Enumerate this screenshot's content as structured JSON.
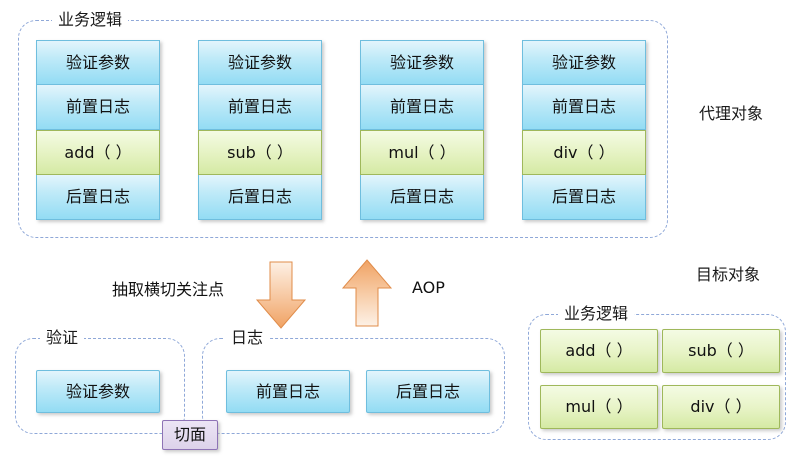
{
  "diagram": {
    "title_note": "AOP proxy object diagram",
    "proxy_group": {
      "label": "业务逻辑",
      "outside_label": "代理对象",
      "columns": [
        {
          "cells": [
            "验证参数",
            "前置日志",
            "add（ ）",
            "后置日志"
          ]
        },
        {
          "cells": [
            "验证参数",
            "前置日志",
            "sub（ ）",
            "后置日志"
          ]
        },
        {
          "cells": [
            "验证参数",
            "前置日志",
            "mul（ ）",
            "后置日志"
          ]
        },
        {
          "cells": [
            "验证参数",
            "前置日志",
            "div（ ）",
            "后置日志"
          ]
        }
      ]
    },
    "middle": {
      "extract_label": "抽取横切关注点",
      "aop_label": "AOP",
      "down_arrow": "down-arrow",
      "up_arrow": "up-arrow"
    },
    "aspect_section": {
      "validate_group_label": "验证",
      "validate_boxes": [
        "验证参数"
      ],
      "log_group_label": "日志",
      "log_boxes": [
        "前置日志",
        "后置日志"
      ],
      "aspect_badge": "切面"
    },
    "target_section": {
      "outside_label": "目标对象",
      "group_label": "业务逻辑",
      "methods": [
        "add（ ）",
        "sub（ ）",
        "mul（ ）",
        "div（ ）"
      ]
    },
    "colors": {
      "blue_border": "#6fbede",
      "blue_fill_top": "#e3f5fc",
      "blue_fill_bottom": "#93dcf4",
      "green_border": "#9fb85b",
      "green_fill_top": "#f4fbe4",
      "green_fill_bottom": "#d5eaa4",
      "dash_border": "#8fa8d8",
      "arrow_orange": "#f0ab6a",
      "badge_purple": "#ddd2ea"
    }
  }
}
